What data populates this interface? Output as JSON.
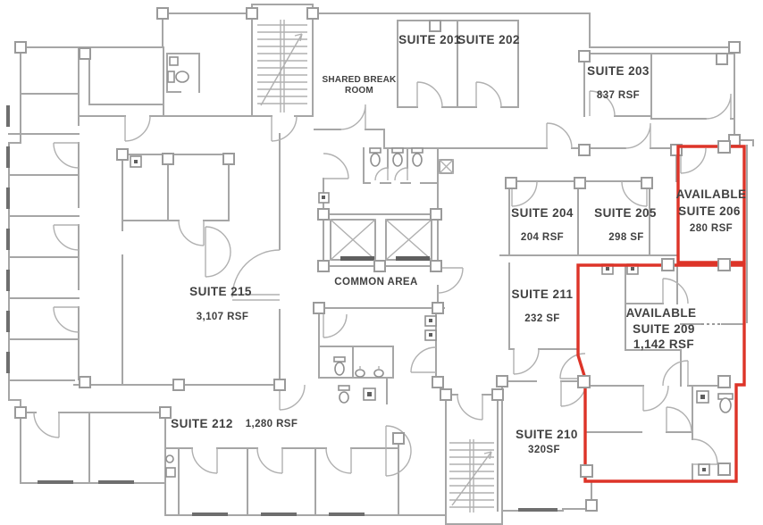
{
  "colors": {
    "wall": "#a6a6a6",
    "highlight": "#dd3428",
    "text": "#414141"
  },
  "areas": {
    "shared_break_room_line1": "SHARED BREAK",
    "shared_break_room_line2": "ROOM",
    "common_area": "COMMON AREA"
  },
  "suites": {
    "s201": {
      "name": "SUITE 201"
    },
    "s202": {
      "name": "SUITE 202"
    },
    "s203": {
      "name": "SUITE 203",
      "area": "837 RSF"
    },
    "s204": {
      "name": "SUITE 204",
      "area": "204 RSF"
    },
    "s205": {
      "name": "SUITE 205",
      "area": "298 SF"
    },
    "s206": {
      "name": "SUITE 206",
      "area": "280 RSF",
      "status": "AVAILABLE"
    },
    "s209": {
      "name": "SUITE 209",
      "area": "1,142 RSF",
      "status": "AVAILABLE"
    },
    "s210": {
      "name": "SUITE 210",
      "area": "320SF"
    },
    "s211": {
      "name": "SUITE 211",
      "area": "232 SF"
    },
    "s212": {
      "name": "SUITE 212",
      "area": "1,280 RSF"
    },
    "s215": {
      "name": "SUITE 215",
      "area": "3,107 RSF"
    }
  }
}
